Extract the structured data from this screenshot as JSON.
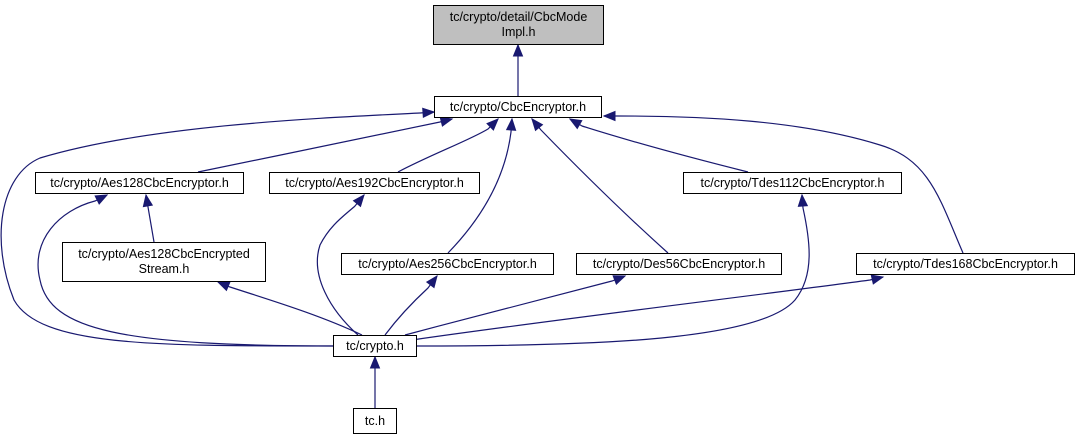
{
  "diagram": {
    "type": "include-dependency-graph",
    "colors": {
      "edge": "#191970",
      "focus_fill": "#bfbfbf",
      "node_fill": "#ffffff",
      "border": "#000000"
    },
    "nodes": [
      {
        "id": "cbcmodeimpl",
        "lines": [
          "tc/crypto/detail/CbcMode",
          "Impl.h"
        ],
        "focus": true
      },
      {
        "id": "cbcencryptor",
        "lines": [
          "tc/crypto/CbcEncryptor.h"
        ]
      },
      {
        "id": "aes128",
        "lines": [
          "tc/crypto/Aes128CbcEncryptor.h"
        ]
      },
      {
        "id": "aes192",
        "lines": [
          "tc/crypto/Aes192CbcEncryptor.h"
        ]
      },
      {
        "id": "tdes112",
        "lines": [
          "tc/crypto/Tdes112CbcEncryptor.h"
        ]
      },
      {
        "id": "aes128stream",
        "lines": [
          "tc/crypto/Aes128CbcEncrypted",
          "Stream.h"
        ]
      },
      {
        "id": "aes256",
        "lines": [
          "tc/crypto/Aes256CbcEncryptor.h"
        ]
      },
      {
        "id": "des56",
        "lines": [
          "tc/crypto/Des56CbcEncryptor.h"
        ]
      },
      {
        "id": "tdes168",
        "lines": [
          "tc/crypto/Tdes168CbcEncryptor.h"
        ]
      },
      {
        "id": "crypto",
        "lines": [
          "tc/crypto.h"
        ]
      },
      {
        "id": "tc",
        "lines": [
          "tc.h"
        ]
      }
    ],
    "edges": [
      {
        "from": "cbcencryptor",
        "to": "cbcmodeimpl"
      },
      {
        "from": "aes128",
        "to": "cbcencryptor"
      },
      {
        "from": "aes192",
        "to": "cbcencryptor"
      },
      {
        "from": "tdes112",
        "to": "cbcencryptor"
      },
      {
        "from": "aes256",
        "to": "cbcencryptor"
      },
      {
        "from": "des56",
        "to": "cbcencryptor"
      },
      {
        "from": "tdes168",
        "to": "cbcencryptor"
      },
      {
        "from": "crypto",
        "to": "cbcencryptor"
      },
      {
        "from": "aes128stream",
        "to": "aes128"
      },
      {
        "from": "crypto",
        "to": "aes128"
      },
      {
        "from": "crypto",
        "to": "aes128stream"
      },
      {
        "from": "crypto",
        "to": "aes192"
      },
      {
        "from": "crypto",
        "to": "aes256"
      },
      {
        "from": "crypto",
        "to": "des56"
      },
      {
        "from": "crypto",
        "to": "tdes112"
      },
      {
        "from": "crypto",
        "to": "tdes168"
      },
      {
        "from": "tc",
        "to": "crypto"
      }
    ]
  }
}
